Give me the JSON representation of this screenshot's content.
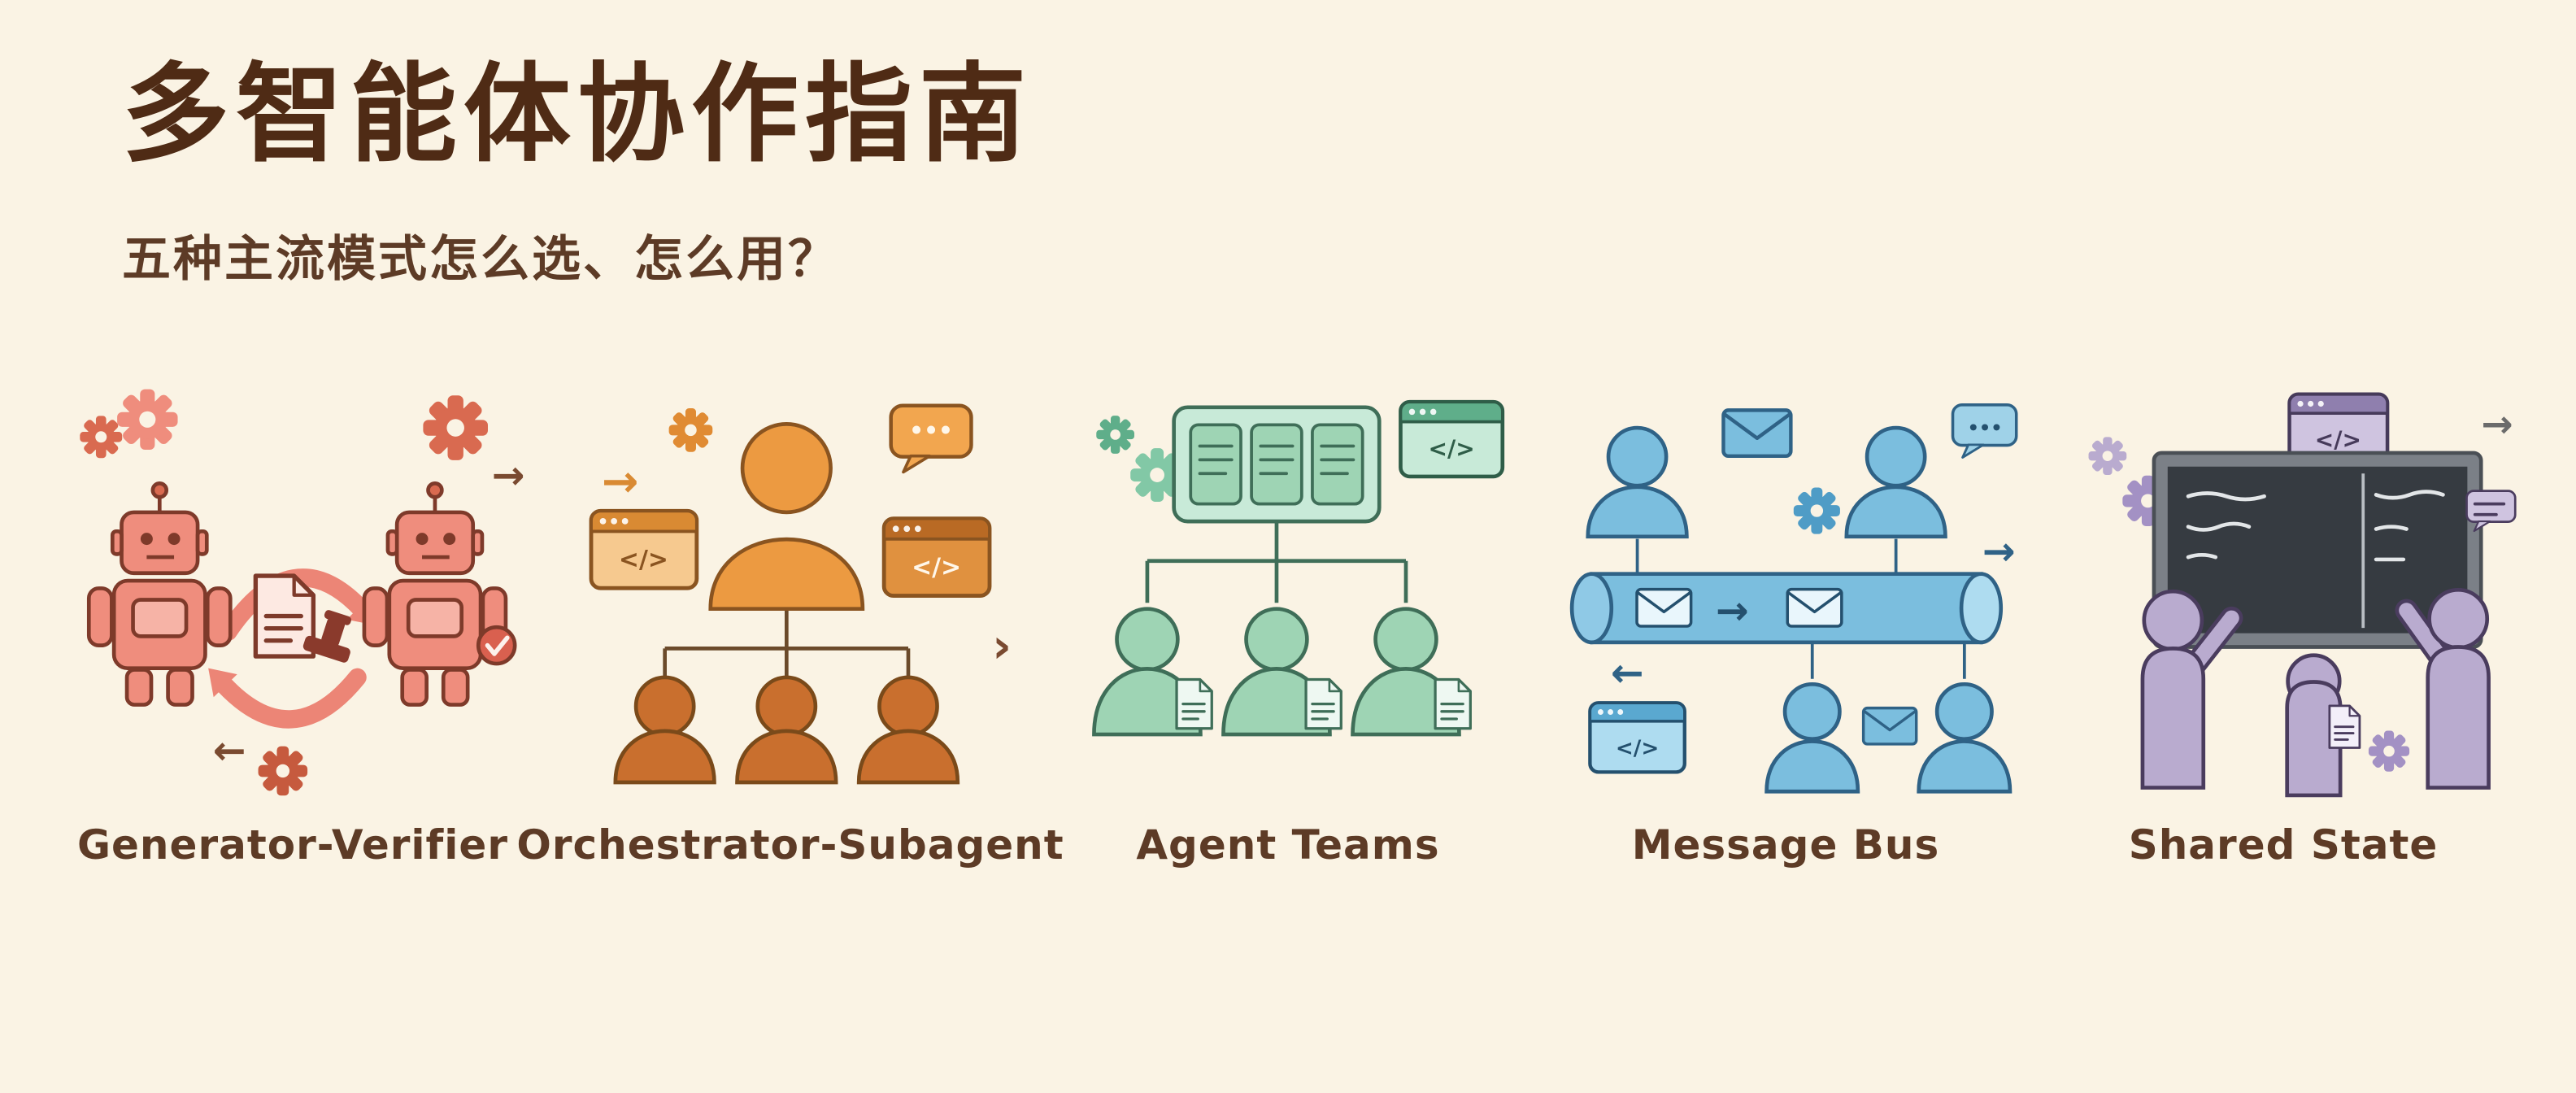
{
  "page": {
    "title": "多智能体协作指南",
    "subtitle": "五种主流模式怎么选、怎么用？",
    "background": "#faf3e4",
    "title_color": "#4f2b15",
    "text_color": "#5d3b26"
  },
  "glyphs": {
    "code": "</>",
    "dots": "•••",
    "arrow_right": "→",
    "arrow_left": "←",
    "chevron_right": "›"
  },
  "panels": [
    {
      "id": "generator-verifier",
      "label": "Generator-Verifier",
      "accent": "#e8796b",
      "icons": [
        "gear-icon",
        "robot-icon",
        "cycle-arrows-icon",
        "document-icon",
        "stamp-icon",
        "check-badge-icon",
        "arrow-right-icon",
        "arrow-left-icon"
      ]
    },
    {
      "id": "orchestrator-subagent",
      "label": "Orchestrator-Subagent",
      "accent": "#ec9a41",
      "icons": [
        "arrow-right-icon",
        "gear-icon",
        "orchestrator-person-icon",
        "speech-bubble-icon",
        "code-window-icon",
        "subagent-person-icon",
        "tree-connectors",
        "chevron-right-icon"
      ]
    },
    {
      "id": "agent-teams",
      "label": "Agent Teams",
      "accent": "#9ed4b4",
      "icons": [
        "gear-icon",
        "team-board-icon",
        "code-window-icon",
        "person-icon",
        "document-icon",
        "tree-connectors"
      ]
    },
    {
      "id": "message-bus",
      "label": "Message Bus",
      "accent": "#7bbede",
      "icons": [
        "person-icon",
        "envelope-icon",
        "gear-icon",
        "speech-bubble-icon",
        "bus-pipe-icon",
        "arrow-right-icon",
        "arrow-left-icon",
        "code-window-icon"
      ]
    },
    {
      "id": "shared-state",
      "label": "Shared State",
      "accent": "#b9abcf",
      "icons": [
        "gear-icon",
        "code-window-icon",
        "arrow-right-icon",
        "chalkboard-icon",
        "person-icon",
        "document-icon",
        "speech-bubble-icon"
      ]
    }
  ]
}
